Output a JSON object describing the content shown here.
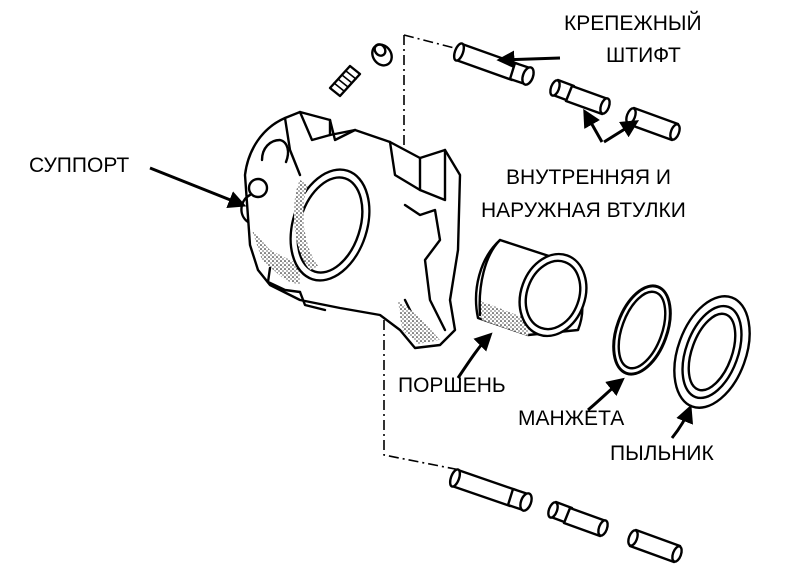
{
  "labels": {
    "pin_line1": "КРЕПЕЖНЫЙ",
    "pin_line2": "ШТИФТ",
    "caliper": "СУППОРТ",
    "bushings_line1": "ВНУТРЕННЯЯ И",
    "bushings_line2": "НАРУЖНАЯ ВТУЛКИ",
    "piston": "ПОРШЕНЬ",
    "seal": "МАНЖЕТА",
    "boot": "ПЫЛЬНИК"
  },
  "colors": {
    "ink": "#000000",
    "paper": "#ffffff"
  }
}
